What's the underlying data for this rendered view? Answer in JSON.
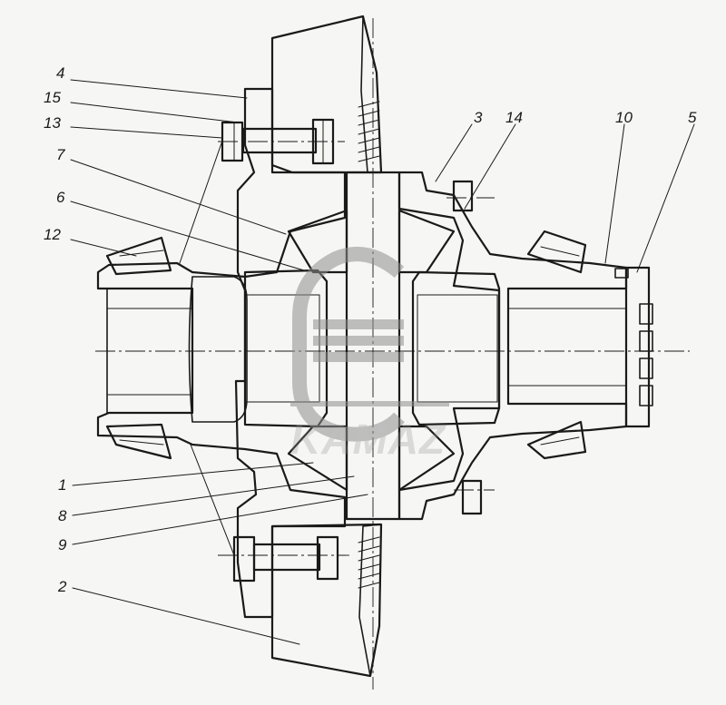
{
  "logo": {
    "wordmark": "KAMAZ"
  },
  "callouts": [
    {
      "id": "c4",
      "label": "4"
    },
    {
      "id": "c15",
      "label": "15"
    },
    {
      "id": "c13",
      "label": "13"
    },
    {
      "id": "c7",
      "label": "7"
    },
    {
      "id": "c6",
      "label": "6"
    },
    {
      "id": "c12",
      "label": "12"
    },
    {
      "id": "c3",
      "label": "3"
    },
    {
      "id": "c14",
      "label": "14"
    },
    {
      "id": "c10",
      "label": "10"
    },
    {
      "id": "c5",
      "label": "5"
    },
    {
      "id": "c1",
      "label": "1"
    },
    {
      "id": "c8",
      "label": "8"
    },
    {
      "id": "c9",
      "label": "9"
    },
    {
      "id": "c2",
      "label": "2"
    }
  ]
}
